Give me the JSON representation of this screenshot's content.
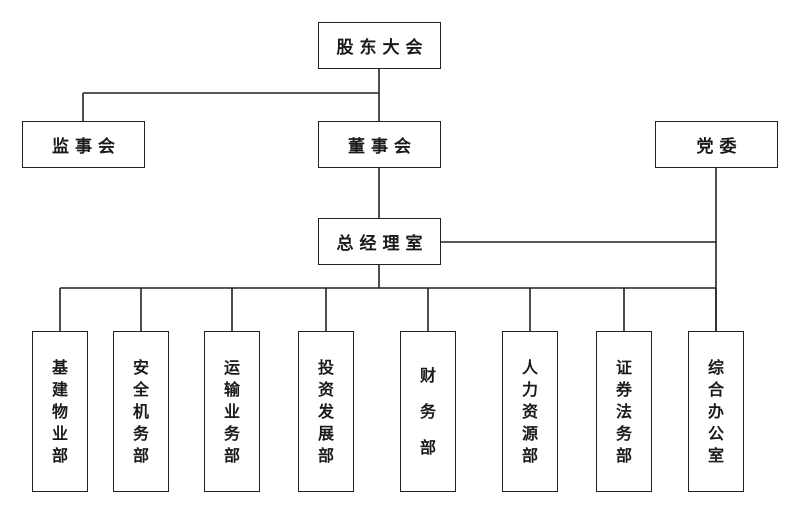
{
  "colors": {
    "line": "#222222",
    "box_border": "#222222",
    "text": "#1a1a1a",
    "background": "#ffffff"
  },
  "org": {
    "top": "股东大会",
    "supervisors": "监事会",
    "board": "董事会",
    "party": "党委",
    "gm_office": "总经理室",
    "departments": [
      "基建物业部",
      "安全机务部",
      "运输业务部",
      "投资发展部",
      "财务部",
      "人力资源部",
      "证券法务部",
      "综合办公室"
    ]
  }
}
